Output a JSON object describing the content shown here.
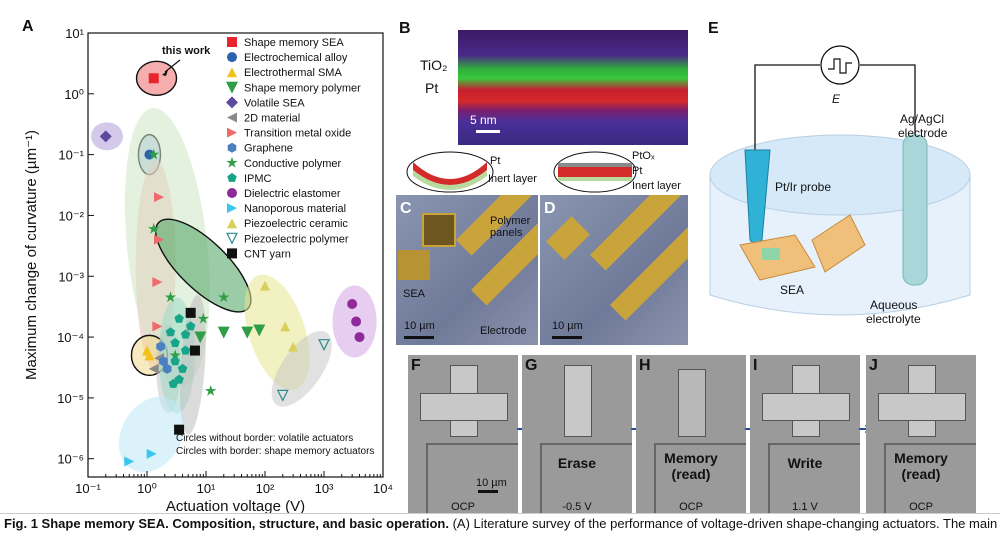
{
  "panels": {
    "a": "A",
    "b": "B",
    "c": "C",
    "d": "D",
    "e": "E",
    "f": "F",
    "g": "G",
    "h": "H",
    "i": "I",
    "j": "J"
  },
  "chart_data": {
    "type": "scatter",
    "xlabel": "Actuation voltage (V)",
    "ylabel": "Maximum change of curvature  (µm⁻¹)",
    "xscale": "log",
    "yscale": "log",
    "xlim": [
      0.1,
      10000
    ],
    "ylim": [
      5e-07,
      10
    ],
    "x_tick_labels": [
      "10⁻¹",
      "10⁰",
      "10¹",
      "10²",
      "10³",
      "10⁴"
    ],
    "y_tick_labels": [
      "10¹",
      "10⁰",
      "10⁻¹",
      "10⁻²",
      "10⁻³",
      "10⁻⁴",
      "10⁻⁵",
      "10⁻⁶"
    ],
    "annotation": "this work",
    "note_lines": [
      "Circles without border: volatile actuators",
      "Circles with border: shape memory actuators"
    ],
    "legend_position": "top-right",
    "series": [
      {
        "name": "Shape memory SEA",
        "marker": "square",
        "color": "#e8252a",
        "points": [
          [
            1.3,
            1.8
          ]
        ]
      },
      {
        "name": "Electrochemical alloy",
        "marker": "circle",
        "color": "#2b62ad",
        "points": [
          [
            1.1,
            0.1
          ]
        ]
      },
      {
        "name": "Electrothermal SMA",
        "marker": "triangle-up",
        "color": "#f2c21b",
        "points": [
          [
            1.0,
            6e-05
          ],
          [
            1.1,
            5e-05
          ]
        ]
      },
      {
        "name": "Shape memory polymer",
        "marker": "triangle-down",
        "color": "#2f9e47",
        "points": [
          [
            50,
            0.00012
          ],
          [
            20,
            0.00012
          ],
          [
            8,
            0.0001
          ],
          [
            80,
            0.00013
          ]
        ]
      },
      {
        "name": "Volatile SEA",
        "marker": "diamond",
        "color": "#5e4a9c",
        "points": [
          [
            0.2,
            0.2
          ]
        ]
      },
      {
        "name": "2D material",
        "marker": "triangle-left",
        "color": "#8a8a8a",
        "points": [
          [
            1.3,
            3e-05
          ],
          [
            1.6,
            4.5e-05
          ]
        ]
      },
      {
        "name": "Transition metal oxide",
        "marker": "triangle-right",
        "color": "#ef6a6a",
        "points": [
          [
            1.6,
            0.02
          ],
          [
            1.6,
            0.004
          ],
          [
            1.5,
            0.0008
          ],
          [
            1.5,
            0.00015
          ]
        ]
      },
      {
        "name": "Graphene",
        "marker": "hexagon",
        "color": "#4a7fc1",
        "points": [
          [
            1.7,
            7e-05
          ],
          [
            1.9,
            4e-05
          ],
          [
            2.2,
            3e-05
          ]
        ]
      },
      {
        "name": "Conductive polymer",
        "marker": "star",
        "color": "#2f9e47",
        "points": [
          [
            1.3,
            0.1
          ],
          [
            1.3,
            0.006
          ],
          [
            2.5,
            0.00045
          ],
          [
            3,
            5e-05
          ],
          [
            9,
            0.0002
          ],
          [
            20,
            0.00045
          ],
          [
            12,
            1.3e-05
          ]
        ]
      },
      {
        "name": "IPMC",
        "marker": "pentagon",
        "color": "#17a589",
        "points": [
          [
            2.5,
            0.00012
          ],
          [
            3,
            8e-05
          ],
          [
            3.5,
            0.0002
          ],
          [
            3,
            4e-05
          ],
          [
            4,
            3e-05
          ],
          [
            3.5,
            2e-05
          ],
          [
            2.8,
            1.7e-05
          ],
          [
            4.5,
            6e-05
          ],
          [
            5.5,
            0.00015
          ],
          [
            4.5,
            0.00011
          ]
        ]
      },
      {
        "name": "Dielectric elastomer",
        "marker": "circle",
        "color": "#8e2a9c",
        "points": [
          [
            3000,
            0.00035
          ],
          [
            3500,
            0.00018
          ],
          [
            4000,
            0.0001
          ]
        ]
      },
      {
        "name": "Nanoporous material",
        "marker": "triangle-right",
        "color": "#39c7ee",
        "points": [
          [
            0.5,
            9e-07
          ],
          [
            1.2,
            1.2e-06
          ]
        ]
      },
      {
        "name": "Piezoelectric ceramic",
        "marker": "triangle-up",
        "color": "#d8d05a",
        "points": [
          [
            100,
            0.0007
          ],
          [
            220,
            0.00015
          ],
          [
            300,
            7e-05
          ]
        ]
      },
      {
        "name": "Piezoelectric polymer",
        "marker": "triangle-down",
        "color": "#2f8a8a",
        "points": [
          [
            1000,
            7.5e-05
          ],
          [
            200,
            1.1e-05
          ]
        ]
      },
      {
        "name": "CNT yarn",
        "marker": "square",
        "color": "#111111",
        "points": [
          [
            5.5,
            0.00025
          ],
          [
            6.5,
            6e-05
          ],
          [
            3.5,
            3e-06
          ]
        ]
      }
    ]
  },
  "panel_b": {
    "tio2": "TiO₂",
    "pt": "Pt",
    "scale": "5 nm"
  },
  "panel_c": {
    "pt": "Pt",
    "inert": "Inert layer",
    "polymer": "Polymer panels",
    "sea": "SEA",
    "electrode": "Electrode",
    "scale": "10 µm"
  },
  "panel_d": {
    "ptox": "PtOₓ",
    "pt": "Pt",
    "inert": "Inert layer",
    "scale": "10 µm"
  },
  "panel_e": {
    "e": "E",
    "agcl": "Ag/AgCl",
    "electrode": "electrode",
    "probe": "Pt/Ir probe",
    "sea": "SEA",
    "aqueous": "Aqueous",
    "electrolyte": "electrolyte"
  },
  "sequence": [
    {
      "state": "",
      "state2": "",
      "volt": "OCP",
      "scale": "10 µm"
    },
    {
      "state": "Erase",
      "state2": "",
      "volt": "-0.5 V",
      "scale": ""
    },
    {
      "state": "Memory",
      "state2": "(read)",
      "volt": "OCP",
      "scale": ""
    },
    {
      "state": "Write",
      "state2": "",
      "volt": "1.1 V",
      "scale": ""
    },
    {
      "state": "Memory",
      "state2": "(read)",
      "volt": "OCP",
      "scale": ""
    }
  ],
  "caption": {
    "lead": "Fig. 1 Shape memory SEA. Composition, structure, and basic operation.",
    "text": " (A) Literature survey of the performance of voltage-driven shape-changing actuators. The main"
  }
}
